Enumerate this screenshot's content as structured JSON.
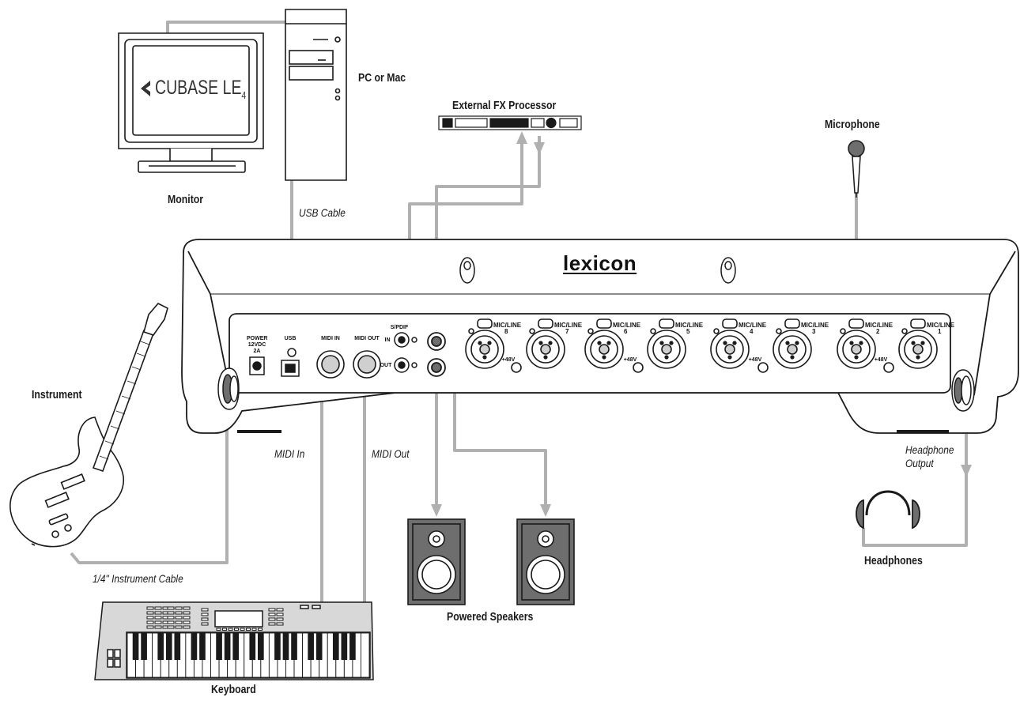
{
  "labels": {
    "pc_or_mac": "PC or Mac",
    "monitor": "Monitor",
    "usb_cable": "USB Cable",
    "external_fx": "External FX Processor",
    "microphone": "Microphone",
    "instrument": "Instrument",
    "midi_in": "MIDI In",
    "midi_out": "MIDI Out",
    "headphone_output": "Headphone\nOutput",
    "headphones": "Headphones",
    "instrument_cable": "1/4\" Instrument Cable",
    "powered_speakers": "Powered Speakers",
    "keyboard": "Keyboard"
  },
  "software": {
    "name": "CUBASE LE",
    "version": "4"
  },
  "device": {
    "brand": "lexicon",
    "power_label": "POWER\n12VDC\n2A",
    "usb_label": "USB",
    "midi_in_label": "MIDI IN",
    "midi_out_label": "MIDI OUT",
    "spdif_label": "S/PDIF",
    "spdif_in": "IN",
    "spdif_out": "OUT",
    "phantom_label": "+48V",
    "channels": [
      {
        "label": "MIC/LINE",
        "number": "8"
      },
      {
        "label": "MIC/LINE",
        "number": "7"
      },
      {
        "label": "MIC/LINE",
        "number": "6"
      },
      {
        "label": "MIC/LINE",
        "number": "5"
      },
      {
        "label": "MIC/LINE",
        "number": "4"
      },
      {
        "label": "MIC/LINE",
        "number": "3"
      },
      {
        "label": "MIC/LINE",
        "number": "2"
      },
      {
        "label": "MIC/LINE",
        "number": "1"
      }
    ]
  },
  "colors": {
    "cable": "#b0b0b0",
    "line": "#1a1a1a",
    "fill": "#ffffff",
    "screen": "#6e6e6e",
    "speaker_body": "#6e6e6e"
  }
}
